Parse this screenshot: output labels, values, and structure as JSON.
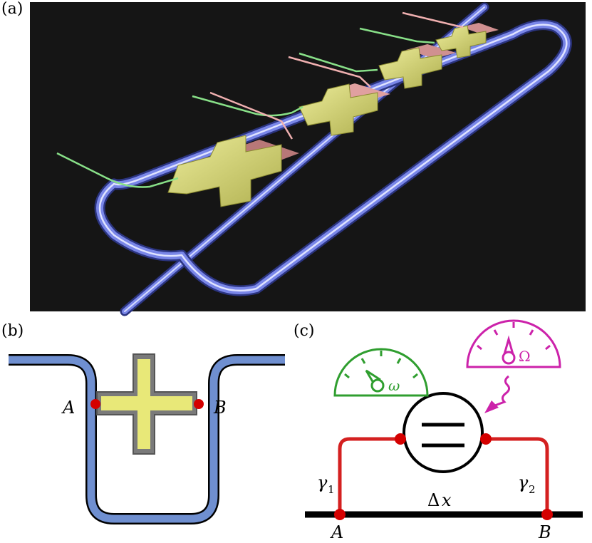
{
  "panels": {
    "a": {
      "label": "(a)"
    },
    "b": {
      "label": "(b)",
      "point_a": "A",
      "point_b": "B"
    },
    "c": {
      "label": "(c)",
      "point_a": "A",
      "point_b": "B",
      "gamma1": "γ",
      "gamma1_sub": "1",
      "gamma2": "γ",
      "gamma2_sub": "2",
      "delta_x": "Δ",
      "delta_x_var": "x",
      "meter_left": "ω",
      "meter_right": "Ω"
    }
  },
  "colors": {
    "waveguide_blue": "#5b6fd6",
    "qubit_yellow": "#e8e878",
    "coupler_pink": "#d08888",
    "line_green": "#2f9e2f",
    "leg_red": "#d42020",
    "drive_magenta": "#cc22aa",
    "point_red": "#d40000",
    "outer_blue": "#6f8fd0"
  }
}
